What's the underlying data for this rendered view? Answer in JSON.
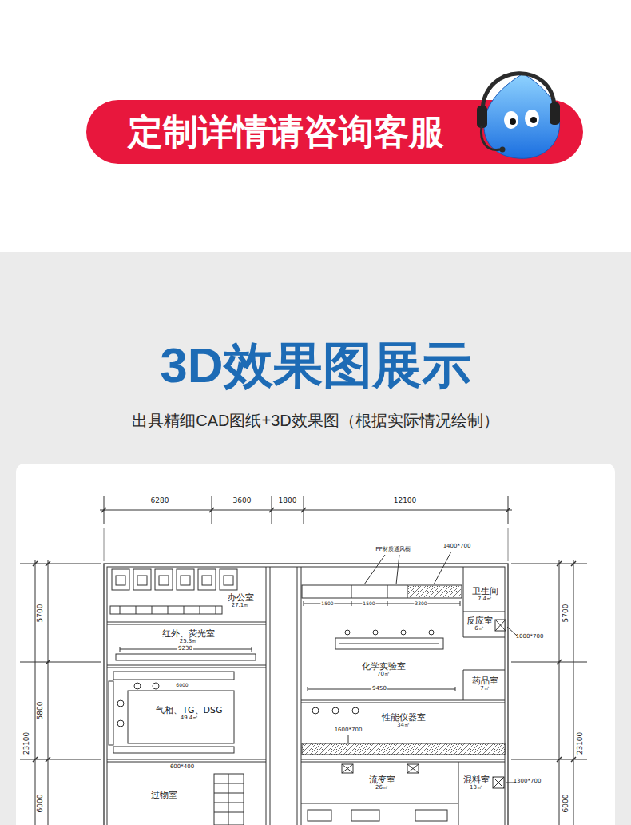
{
  "diagram": {
    "title": "3D效果图展示",
    "caption": "出具精细CAD图纸+3D效果图（根据实际情况绘制）",
    "nodes": [
      {
        "text": [
          "定制详情请咨询客服"
        ]
      },
      {
        "text": [
          "办公室",
          "27.1㎡"
        ]
      },
      {
        "text": [
          "红外、荧光室",
          "25.3㎡"
        ]
      },
      {
        "text": [
          "气相、TG、DSG",
          "49.4㎡"
        ]
      },
      {
        "text": [
          "过物室"
        ]
      },
      {
        "text": [
          "化学实验室",
          "70㎡"
        ]
      },
      {
        "text": [
          "卫生间",
          "7.4㎡"
        ]
      },
      {
        "text": [
          "反应室",
          "6㎡"
        ]
      },
      {
        "text": [
          "药品室",
          "7㎡"
        ]
      },
      {
        "text": [
          "性能仪器室",
          "34㎡"
        ]
      },
      {
        "text": [
          "流变室",
          "26㎡"
        ]
      },
      {
        "text": [
          "混料室",
          "13㎡"
        ]
      }
    ],
    "labels": [
      "6280",
      "3600",
      "1800",
      "12100",
      "5700",
      "5800",
      "23100",
      "6000",
      "5700",
      "23100",
      "6000",
      "PP材质通风橱",
      "1400*700",
      "1000*700",
      "1600*700",
      "1300*700",
      "600*400",
      "9230",
      "6000",
      "9450",
      "1500",
      "1500",
      "3300"
    ]
  }
}
